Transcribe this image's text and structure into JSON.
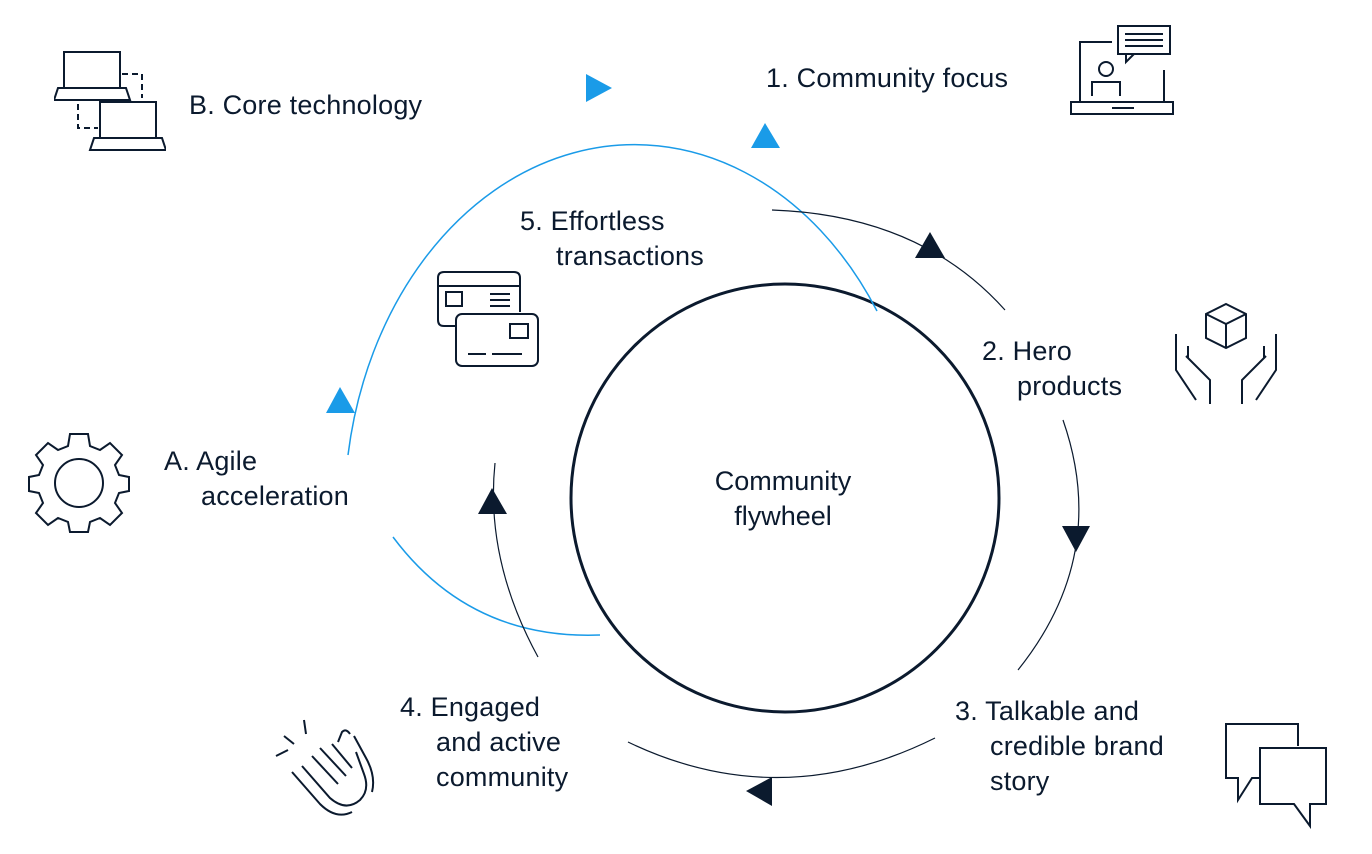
{
  "center": {
    "line1": "Community",
    "line2": "flywheel"
  },
  "steps": {
    "community_focus": "1. Community focus",
    "hero_products": {
      "line1": "2. Hero",
      "line2": "products"
    },
    "brand_story": {
      "line1": "3. Talkable and",
      "line2": "credible brand",
      "line3": "story"
    },
    "engaged_community": {
      "line1": "4. Engaged",
      "line2": "and active",
      "line3": "community"
    },
    "effortless_transactions": {
      "line1": "5. Effortless",
      "line2": "transactions"
    }
  },
  "enablers": {
    "core_technology": "B. Core technology",
    "agile_acceleration": {
      "line1": "A. Agile",
      "line2": "acceleration"
    }
  },
  "icons": {
    "community_focus": "laptop-chat-icon",
    "hero_products": "hands-box-icon",
    "brand_story": "speech-bubbles-icon",
    "engaged_community": "clapping-hands-icon",
    "effortless_transactions": "credit-cards-icon",
    "core_technology": "connected-laptops-icon",
    "agile_acceleration": "gear-icon"
  },
  "colors": {
    "dark": "#0b1a2e",
    "blue": "#1a9be8"
  }
}
